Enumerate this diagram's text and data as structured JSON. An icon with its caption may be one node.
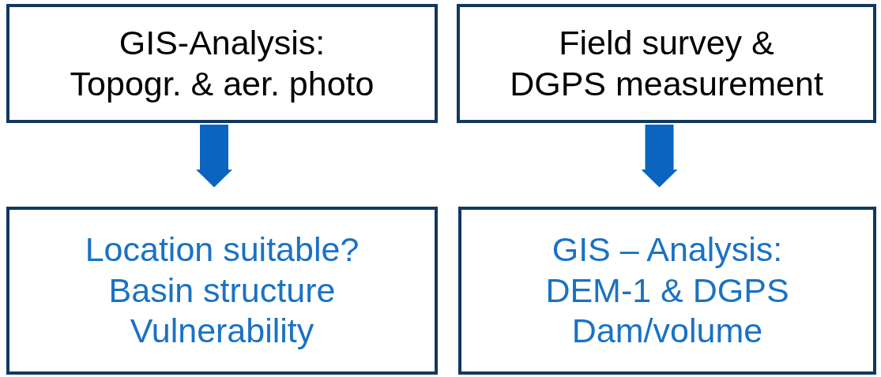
{
  "diagram": {
    "nodes": [
      {
        "text": [
          "GIS-Analysis:",
          "Topogr. & aer. photo"
        ]
      },
      {
        "text": [
          "Field survey &",
          "DGPS measurement"
        ]
      },
      {
        "text": [
          "Location suitable?",
          "Basin structure",
          "Vulnerability"
        ]
      },
      {
        "text": [
          "GIS – Analysis:",
          "DEM-1 & DGPS",
          "Dam/volume"
        ]
      }
    ],
    "edges": [
      {
        "from": 0,
        "to": 2,
        "arrow": "to"
      },
      {
        "from": 1,
        "to": 3,
        "arrow": "to"
      }
    ]
  }
}
